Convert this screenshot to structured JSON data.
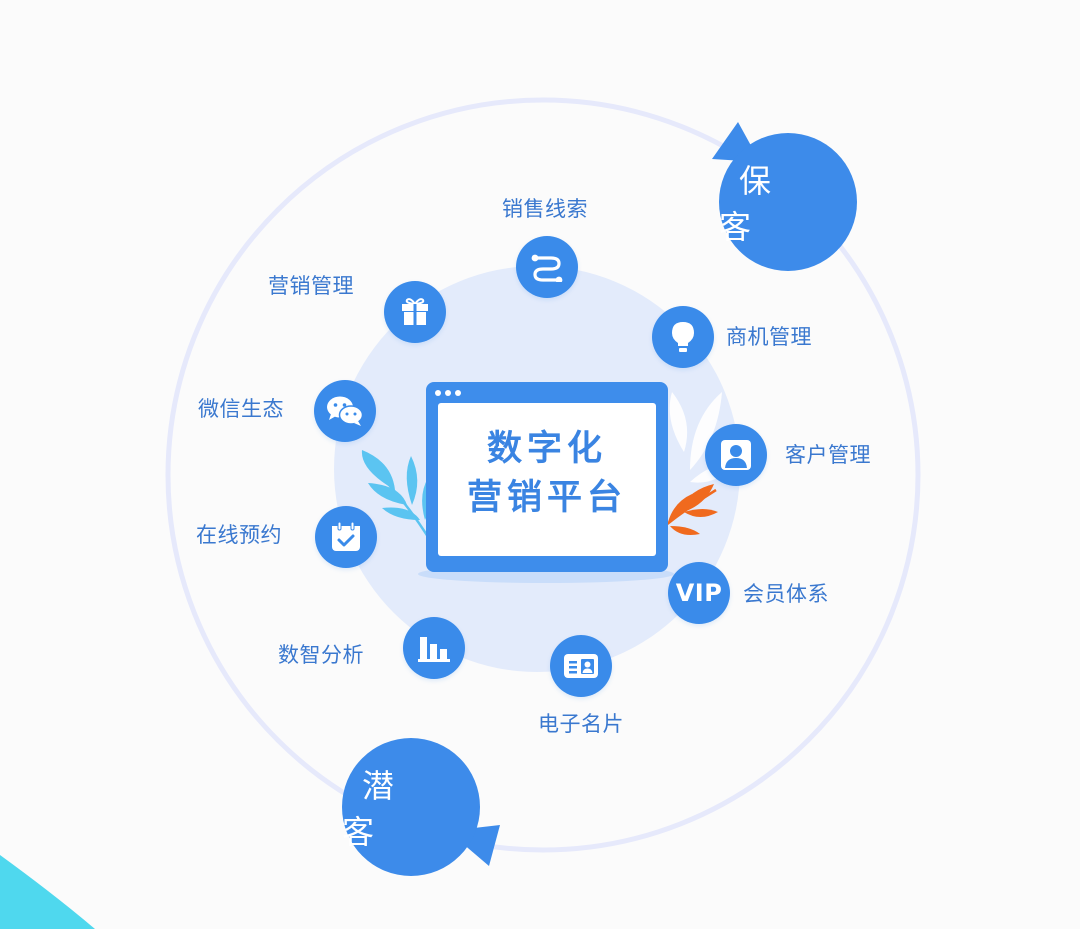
{
  "center": {
    "line1": "数字化",
    "line2": "营销平台"
  },
  "stages": {
    "retain": "保 客",
    "potential": "潜 客"
  },
  "features": {
    "sales_leads": "销售线索",
    "marketing": "营销管理",
    "opportunity": "商机管理",
    "wechat": "微信生态",
    "customer": "客户管理",
    "booking": "在线预约",
    "membership": "会员体系",
    "analytics": "数智分析",
    "ecard": "电子名片",
    "vip_badge": "VIP"
  },
  "icons": {
    "sales_leads": "link-flow-icon",
    "marketing": "gift-icon",
    "opportunity": "lightbulb-icon",
    "wechat": "wechat-icon",
    "customer": "user-icon",
    "booking": "calendar-check-icon",
    "analytics": "bar-chart-icon",
    "ecard": "id-card-icon"
  },
  "colors": {
    "primary": "#3a8bea",
    "label": "#3a78cf",
    "ring": "#e6e9fb",
    "inner_disc": "#e3ebfb",
    "leaf_blue": "#5bc4f1",
    "leaf_orange": "#f06a1e",
    "corner_cyan": "#4fd8ee"
  }
}
